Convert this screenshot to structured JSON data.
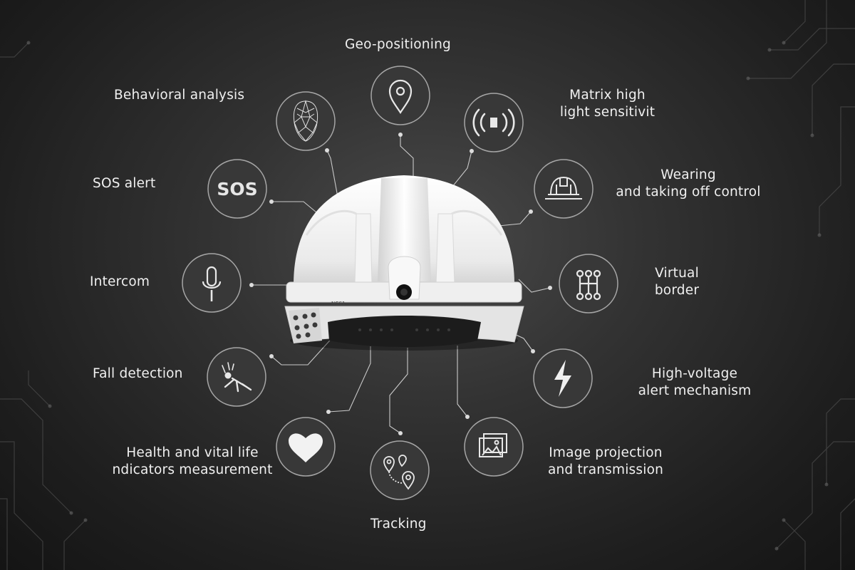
{
  "diagram": {
    "features": [
      {
        "id": "geo",
        "label": "Geo-positioning",
        "icon": "location-pin-icon"
      },
      {
        "id": "behavior",
        "label": "Behavioral analysis",
        "icon": "face-mesh-icon"
      },
      {
        "id": "matrix",
        "label": "Matrix high\nlight sensitivit",
        "icon": "light-sensor-icon"
      },
      {
        "id": "sos",
        "label": "SOS alert",
        "icon": "sos-icon"
      },
      {
        "id": "wearing",
        "label": "Wearing\nand taking off control",
        "icon": "hard-hat-icon"
      },
      {
        "id": "intercom",
        "label": "Intercom",
        "icon": "microphone-icon"
      },
      {
        "id": "border",
        "label": "Virtual\nborder",
        "icon": "virtual-border-icon"
      },
      {
        "id": "fall",
        "label": "Fall detection",
        "icon": "falling-person-icon"
      },
      {
        "id": "voltage",
        "label": "High-voltage\nalert mechanism",
        "icon": "lightning-icon"
      },
      {
        "id": "health",
        "label": "Health and vital life\nndicators measurement",
        "icon": "heart-icon"
      },
      {
        "id": "tracking",
        "label": "Tracking",
        "icon": "route-pins-icon"
      },
      {
        "id": "image",
        "label": "Image projection\nand transmission",
        "icon": "image-gallery-icon"
      }
    ],
    "helmet_text": "NGS1",
    "icon_text_sos": "SOS",
    "colors": {
      "accent": "#bdbdbd",
      "icon_ring": "#a6a6a6",
      "icon_fill": "#3a3a3a"
    }
  }
}
